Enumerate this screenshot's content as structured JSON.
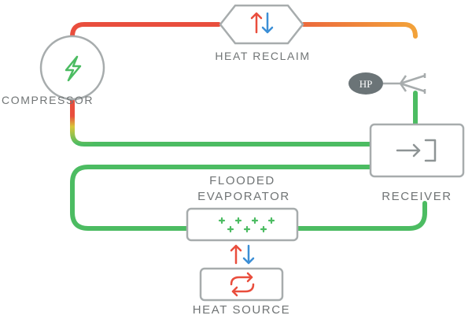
{
  "labels": {
    "heat_reclaim": "HEAT RECLAIM",
    "compressor": "COMPRESSOR",
    "hp_badge": "HP",
    "flooded_line1": "FLOODED",
    "flooded_line2": "EVAPORATOR",
    "receiver": "RECEIVER",
    "heat_source": "HEAT SOURCE"
  },
  "colors": {
    "hot": "#e94e3d",
    "warm": "#f08a3a",
    "transition": "#dccb32",
    "cool": "#4cbc62",
    "cold_arrow": "#3c8fd6",
    "outline": "#a7acad",
    "text": "#707475",
    "hp_badge": "#6b7477"
  },
  "icons": {
    "compressor": "lightning-bolt-icon",
    "heat_reclaim": "up-down-arrows-icon",
    "receiver": "arrow-into-bracket-icon",
    "evaporator": "plus-grid-icon",
    "heat_exchange": "up-down-arrows-icon",
    "heat_source": "circular-arrows-icon",
    "hp_valve": "valve-icon"
  }
}
